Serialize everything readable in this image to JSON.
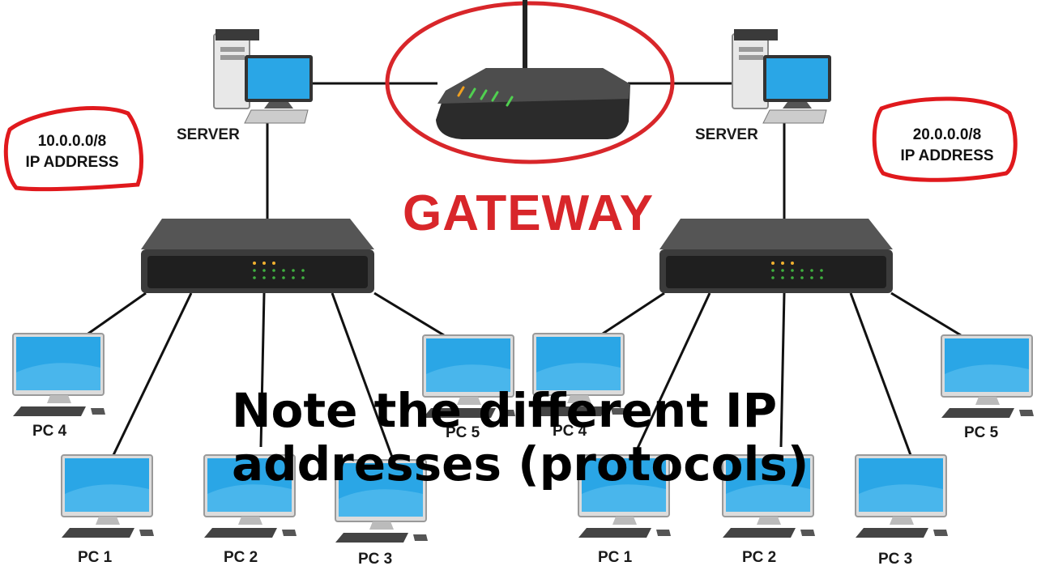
{
  "left": {
    "server_label": "SERVER",
    "ip_line1": "10.0.0.0/8",
    "ip_line2": "IP ADDRESS",
    "pcs": [
      "PC 4",
      "PC 1",
      "PC 2",
      "PC 3",
      "PC 5"
    ]
  },
  "right": {
    "server_label": "SERVER",
    "ip_line1": "20.0.0.0/8",
    "ip_line2": "IP ADDRESS",
    "pcs": [
      "PC 4",
      "PC 1",
      "PC 2",
      "PC 3",
      "PC 5"
    ]
  },
  "gateway_title": "GATEWAY",
  "note_line1": "Note the different IP",
  "note_line2": "addresses (protocols)",
  "colors": {
    "annotation_red": "#d8262a",
    "screen_blue": "#2aa6e6",
    "switch_body": "#4a4a4a"
  }
}
